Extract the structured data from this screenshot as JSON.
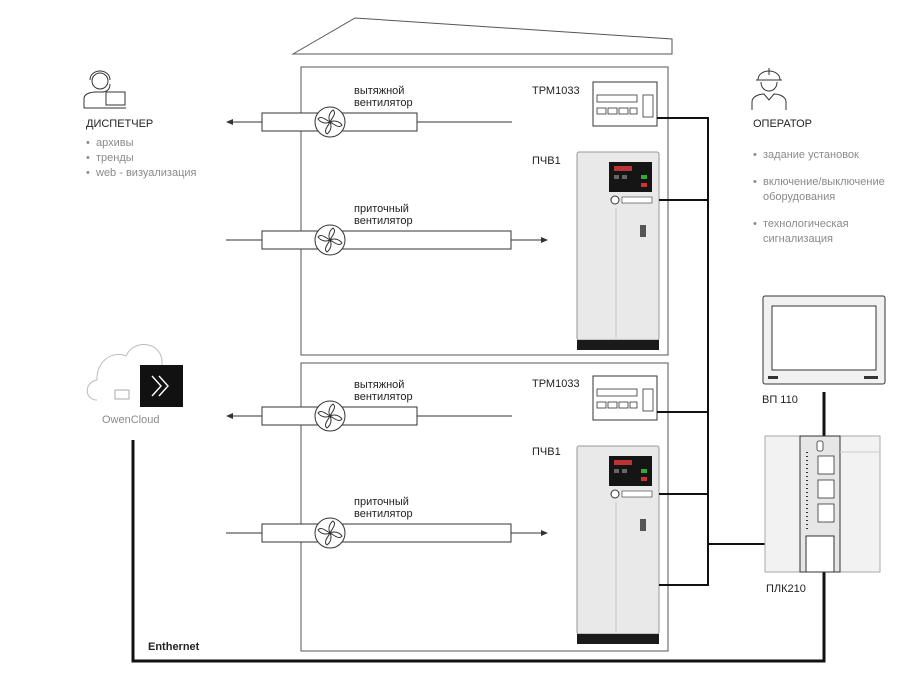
{
  "dispatcher": {
    "title": "ДИСПЕТЧЕР",
    "items": [
      "архивы",
      "тренды",
      "web - визуализация"
    ]
  },
  "operator": {
    "title": "ОПЕРАТОР",
    "items": [
      "задание установок",
      "включение/выключение\nоборудования",
      "технологическая\nсигнализация"
    ]
  },
  "units": [
    {
      "exhaust_fan": "вытяжной\nвентилятор",
      "supply_fan": "приточный\nвентилятор",
      "controller": "ТРМ1033",
      "drive": "ПЧВ1"
    },
    {
      "exhaust_fan": "вытяжной\nвентилятор",
      "supply_fan": "приточный\nвентилятор",
      "controller": "ТРМ1033",
      "drive": "ПЧВ1"
    }
  ],
  "cloud": {
    "label": "OwenCloud"
  },
  "panel": {
    "label": "ВП 110"
  },
  "plc": {
    "label": "ПЛК210"
  },
  "network": {
    "label": "Enthernet"
  },
  "colors": {
    "line": "#111111",
    "frame": "#555555",
    "device": "#e9e9e9",
    "text_gray": "#8a8a8a"
  }
}
